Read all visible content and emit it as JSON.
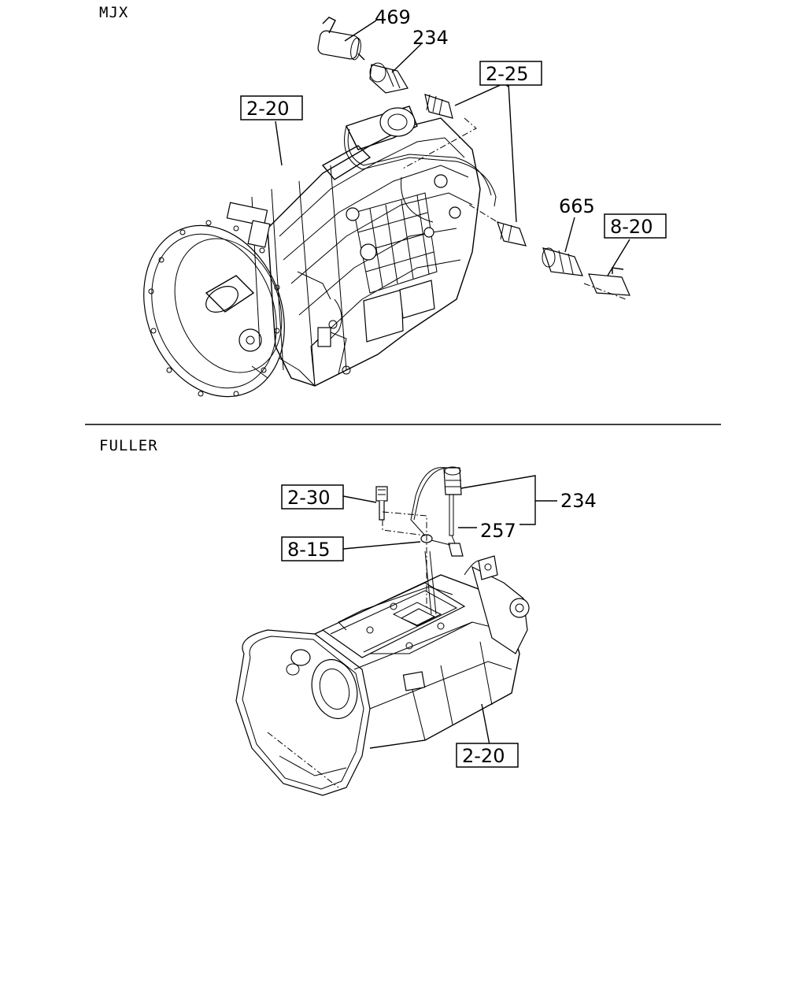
{
  "sections": {
    "top": {
      "title": "MJX"
    },
    "bottom": {
      "title": "FULLER"
    }
  },
  "callouts": {
    "top": {
      "p469": "469",
      "p234": "234",
      "ref_2_25": "2-25",
      "ref_2_20": "2-20",
      "p665": "665",
      "ref_8_20": "8-20"
    },
    "bottom": {
      "ref_2_30": "2-30",
      "p234": "234",
      "p257": "257",
      "ref_8_15": "8-15",
      "ref_2_20": "2-20"
    }
  }
}
